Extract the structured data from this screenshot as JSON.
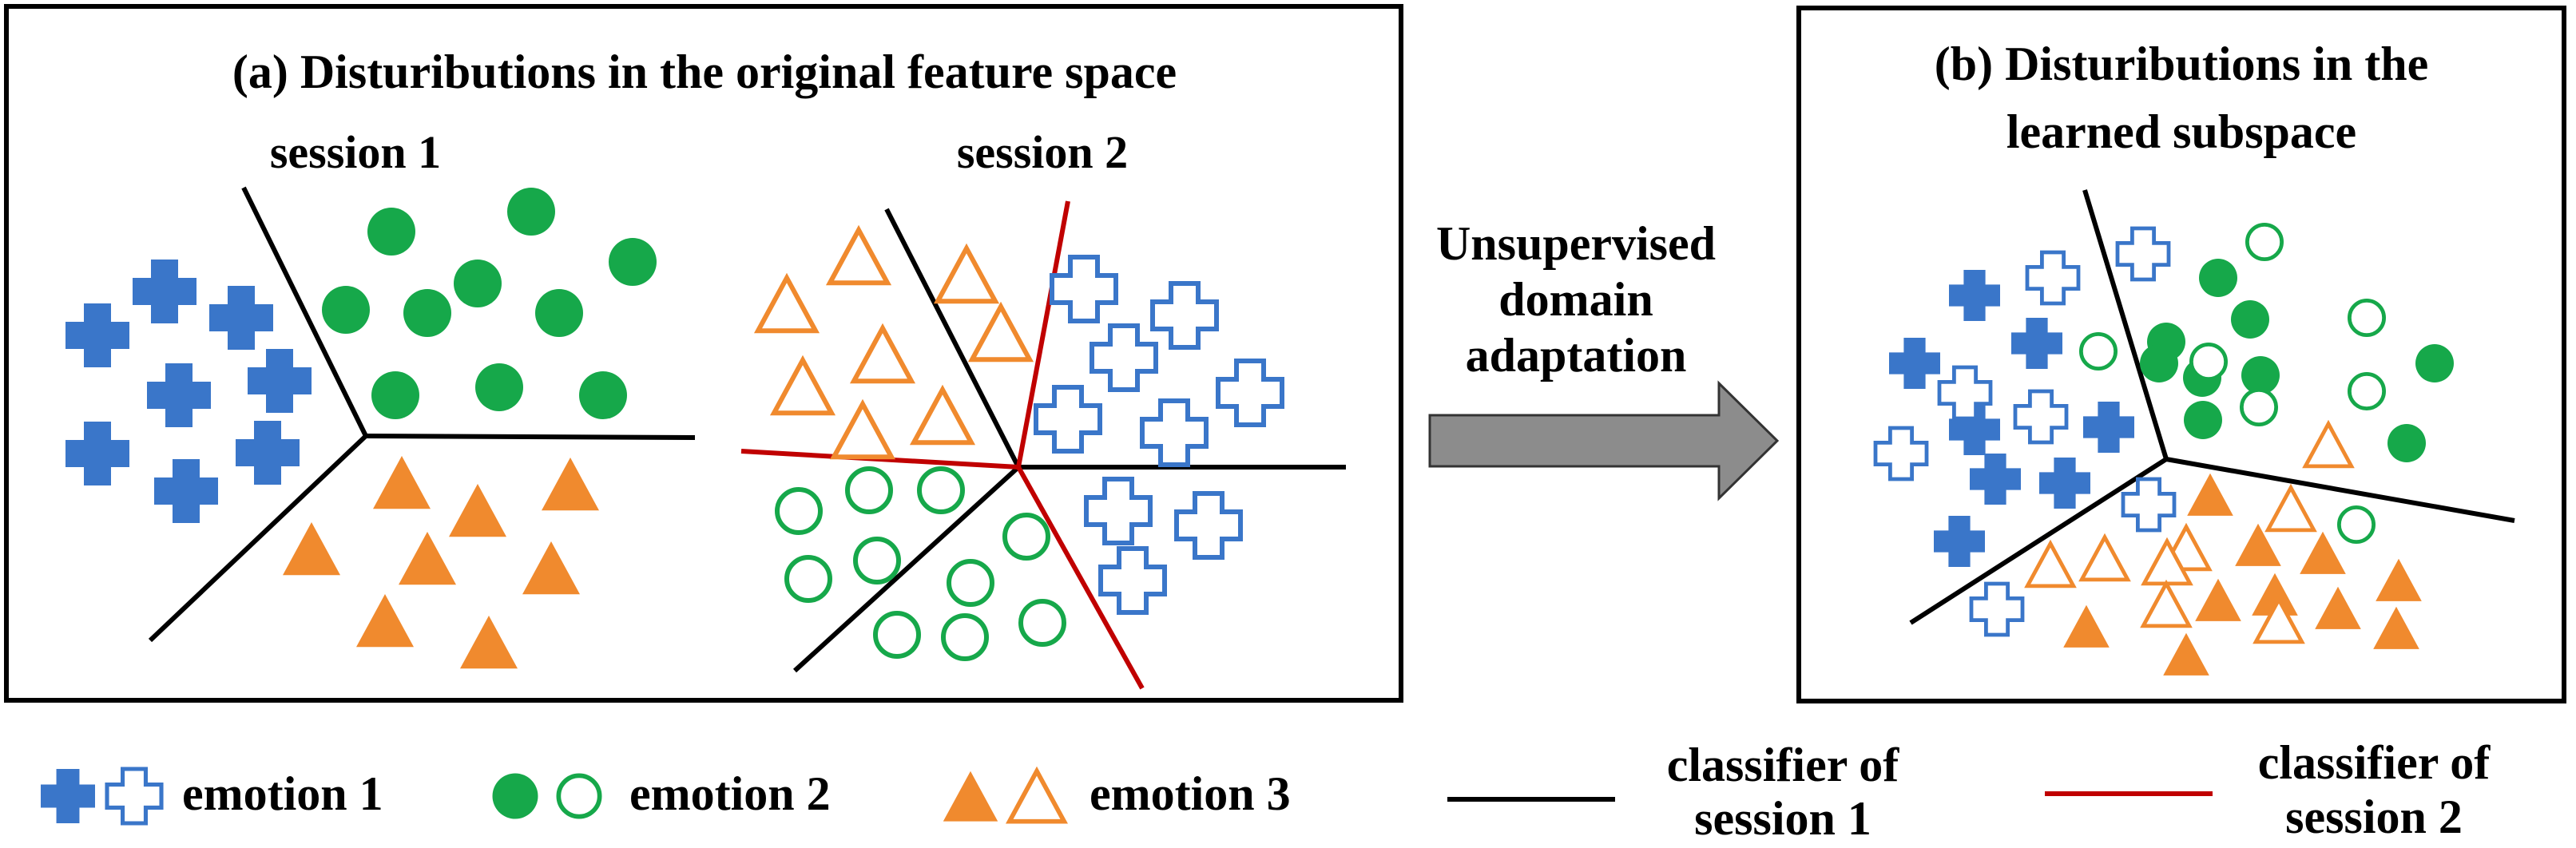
{
  "colors": {
    "emotion1": "#3A76C9",
    "emotion2": "#16A84A",
    "emotion3": "#F08A2E",
    "classifier1": "#000000",
    "classifier2": "#C00000",
    "arrow_fill": "#8C8C8C"
  },
  "panel_a": {
    "title": "(a) Distuributions in the original feature space",
    "session1_label": "session 1",
    "session2_label": "session 2"
  },
  "panel_b": {
    "title_line1": "(b) Distuributions in the",
    "title_line2": "learned subspace"
  },
  "arrow": {
    "line1": "Unsupervised",
    "line2": "domain",
    "line3": "adaptation"
  },
  "legend": {
    "emotion1": "emotion 1",
    "emotion2": "emotion 2",
    "emotion3": "emotion 3",
    "classifier1_line1": "classifier of",
    "classifier1_line2": "session 1",
    "classifier2_line1": "classifier of",
    "classifier2_line2": "session 2"
  },
  "icons": {
    "filled_plus": "emotion-1-session-1-marker",
    "hollow_plus": "emotion-1-session-2-marker",
    "filled_circle": "emotion-2-session-1-marker",
    "hollow_circle": "emotion-2-session-2-marker",
    "filled_triangle": "emotion-3-session-1-marker",
    "hollow_triangle": "emotion-3-session-2-marker"
  }
}
